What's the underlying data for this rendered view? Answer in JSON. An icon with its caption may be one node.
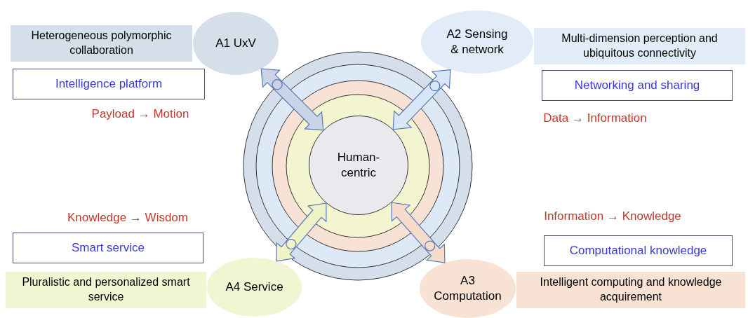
{
  "diagram": {
    "nodes": [
      {
        "text": [
          "Heterogeneous polymorphic collaboration"
        ]
      },
      {
        "text": [
          "A1 UxV"
        ]
      },
      {
        "text": [
          "A2 Sensing & network"
        ]
      },
      {
        "text": [
          "Multi-dimension perception and ubiquitous connectivity"
        ]
      },
      {
        "text": [
          "Intelligence platform"
        ]
      },
      {
        "text": [
          "Networking and sharing"
        ]
      },
      {
        "text": [
          "Human-centric"
        ]
      },
      {
        "text": [
          "Smart service"
        ]
      },
      {
        "text": [
          "Computational knowledge"
        ]
      },
      {
        "text": [
          "Pluralistic and personalized smart service"
        ]
      },
      {
        "text": [
          "A4 Service"
        ]
      },
      {
        "text": [
          "A3 Computation"
        ]
      },
      {
        "text": [
          "Intelligent computing and knowledge acquirement"
        ]
      }
    ],
    "edges": [
      {
        "from": 1,
        "to": 6,
        "arrow": "both",
        "color": "#c9d5e6"
      },
      {
        "from": 2,
        "to": 6,
        "arrow": "both",
        "color": "#d8e7f6"
      },
      {
        "from": 10,
        "to": 6,
        "arrow": "both",
        "color": "#eef4c6"
      },
      {
        "from": 11,
        "to": 6,
        "arrow": "both",
        "color": "#f5dccb"
      }
    ],
    "labels": [
      "Payload → Motion",
      "Data → Information",
      "Knowledge → Wisdom",
      "Information → Knowledge"
    ]
  }
}
